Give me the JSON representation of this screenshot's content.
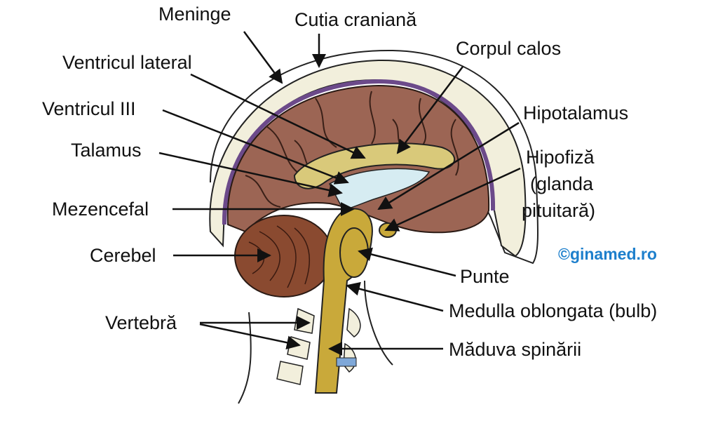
{
  "labels": {
    "meninge": "Meninge",
    "cutia_craniana": "Cutia craniană",
    "corpul_calos": "Corpul calos",
    "ventricul_lateral": "Ventricul lateral",
    "ventricul_iii": "Ventricul III",
    "hipotalamus": "Hipotalamus",
    "talamus": "Talamus",
    "hipofiza_line1": "Hipofiză",
    "hipofiza_line2": "(glanda",
    "hipofiza_line3": "pituitară)",
    "mezencefal": "Mezencefal",
    "cerebel": "Cerebel",
    "punte": "Punte",
    "medulla_oblongata": "Medulla oblongata (bulb)",
    "vertebra": "Vertebră",
    "maduva_spinarii": "Măduva spinării"
  },
  "credit": "©ginamed.ro",
  "colors": {
    "cortex": "#9c6554",
    "cortex_dark": "#6e3f33",
    "meninge": "#6c4a8a",
    "bone": "#f2efdc",
    "corpus": "#d9c97a",
    "brainstem": "#c9a93a",
    "ventricle": "#d6ecf2",
    "cerebellum": "#8a4a30",
    "credit": "#1d7fcc"
  }
}
